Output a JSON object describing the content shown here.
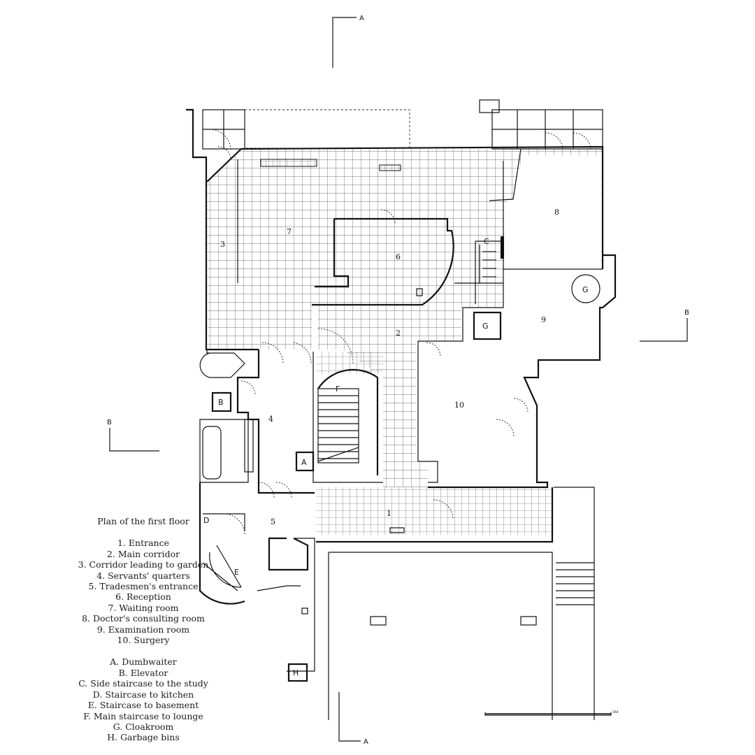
{
  "plan_title": "Plan of the first floor",
  "rooms": [
    "1. Entrance",
    "2. Main corridor",
    "3. Corridor leading to garden",
    "4. Servants' quarters",
    "5. Tradesmen's entrance",
    "6. Reception",
    "7. Waiting room",
    "8. Doctor's consulting room",
    "9. Examination room",
    "10. Surgery"
  ],
  "features": [
    "A. Dumbwaiter",
    "B. Elevator",
    "C. Side staircase to the study",
    "D. Staircase to kitchen",
    "E. Staircase to basement",
    "F. Main staircase to lounge",
    "G. Cloakroom",
    "H. Garbage bins"
  ],
  "plan_labels": {
    "room_1": "1",
    "room_2": "2",
    "room_3": "3",
    "room_4": "4",
    "room_5": "5",
    "room_6": "6",
    "room_7": "7",
    "room_8": "8",
    "room_9": "9",
    "room_10": "10",
    "a": "A",
    "b": "B",
    "c": "C",
    "d": "D",
    "e": "E",
    "f": "F",
    "g1": "G",
    "g2": "G",
    "h": "H",
    "section_a_top": "A",
    "section_a_bottom": "A",
    "section_b_left": "B",
    "section_b_right": "B"
  },
  "scale_bar": {
    "label": "5M"
  }
}
